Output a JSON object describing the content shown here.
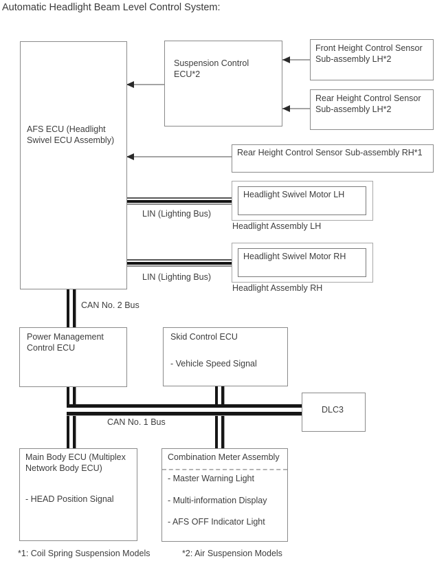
{
  "title": "Automatic Headlight Beam Level Control System:",
  "nodes": {
    "afs_ecu": "AFS ECU (Headlight Swivel ECU Assembly)",
    "suspension_ecu": "Suspension Control ECU*2",
    "front_height_sensor_lh": "Front Height Control Sensor Sub-assembly LH*2",
    "rear_height_sensor_lh": "Rear Height Control Sensor Sub-assembly LH*2",
    "rear_height_sensor_rh": "Rear Height Control Sensor Sub-assembly RH*1",
    "headlight_motor_lh": "Headlight Swivel Motor LH",
    "headlight_assembly_lh": "Headlight Assembly LH",
    "headlight_motor_rh": "Headlight Swivel Motor RH",
    "headlight_assembly_rh": "Headlight Assembly RH",
    "power_management_ecu": "Power Management Control ECU",
    "skid_control_ecu": {
      "title": "Skid Control ECU",
      "signal": "- Vehicle Speed Signal"
    },
    "dlc3": "DLC3",
    "main_body_ecu": {
      "title": "Main Body ECU (Multiplex Network Body ECU)",
      "signal": "- HEAD Position Signal"
    },
    "combination_meter": {
      "title": "Combination Meter Assembly",
      "items": [
        "- Master Warning Light",
        "- Multi-information Display",
        "- AFS OFF Indicator Light"
      ]
    }
  },
  "bus_labels": {
    "lin_lh": "LIN (Lighting Bus)",
    "lin_rh": "LIN (Lighting Bus)",
    "can2": "CAN No. 2 Bus",
    "can1": "CAN No. 1 Bus"
  },
  "footnotes": {
    "f1": "*1: Coil Spring Suspension Models",
    "f2": "*2: Air Suspension Models"
  },
  "colors": {
    "text": "#3d3d3d",
    "box_border": "#8a8a8a",
    "bus_black": "#161616",
    "bus_gray": "#8a8a8a",
    "arrow_line": "#a4a4a4",
    "arrow_head": "#2a2a2a"
  }
}
